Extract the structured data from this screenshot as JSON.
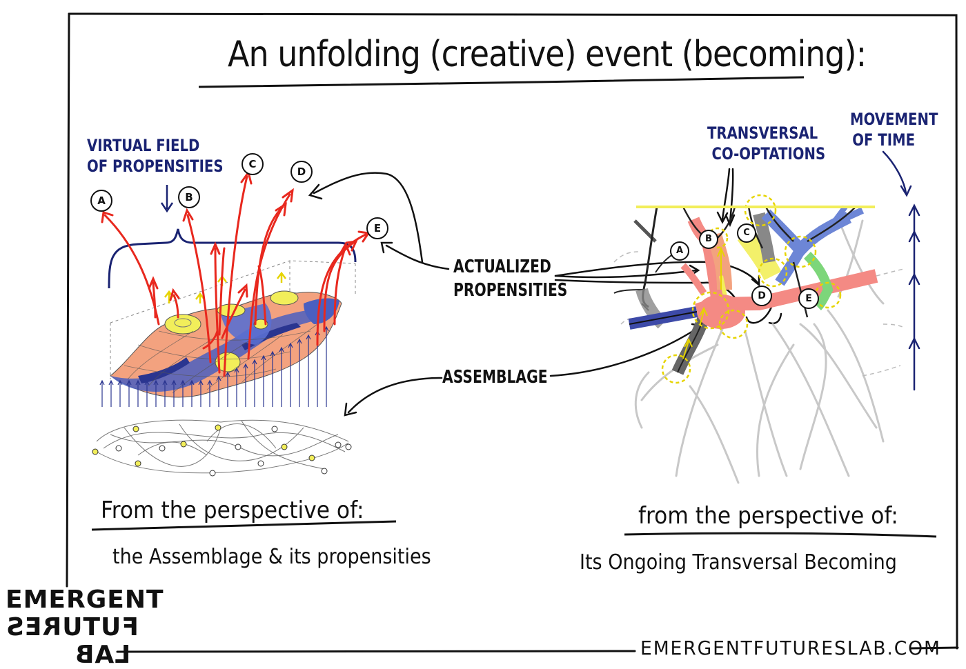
{
  "title": "An unfolding (creative) event (becoming):",
  "left_panel": {
    "virtual_field_label": [
      "VIRTUAL FIELD",
      "OF PROPENSITIES"
    ],
    "propensity_letters": [
      "A",
      "B",
      "C",
      "D",
      "E"
    ],
    "perspective_heading": "From the perspective of:",
    "perspective_subject": "the Assemblage & its propensities"
  },
  "center_labels": {
    "actualized": [
      "ACTUALIZED",
      "PROPENSITIES"
    ],
    "assemblage": "ASSEMBLAGE"
  },
  "right_panel": {
    "transversal_label": [
      "TRANSVERSAL",
      "CO-OPTATIONS"
    ],
    "time_label": [
      "MOVEMENT",
      "OF TIME"
    ],
    "node_letters": [
      "A",
      "B",
      "C",
      "D",
      "E"
    ],
    "perspective_heading": "from the perspective of:",
    "perspective_subject": "Its Ongoing Transversal Becoming"
  },
  "footer": {
    "logo_lines": [
      "EMERGENT",
      "FUTURES",
      "LAB"
    ],
    "url": "EMERGENTFUTURESLAB.COM"
  },
  "colors": {
    "ink": "#111111",
    "navy": "#1a2372",
    "red_arrows": "#e8281e",
    "yellow": "#f2ee5a",
    "salmon": "#f3a27f",
    "blue_terrain": "#4a5fc0",
    "pink_branch": "#f48a84",
    "gray_lines": "#c8c8c8"
  }
}
